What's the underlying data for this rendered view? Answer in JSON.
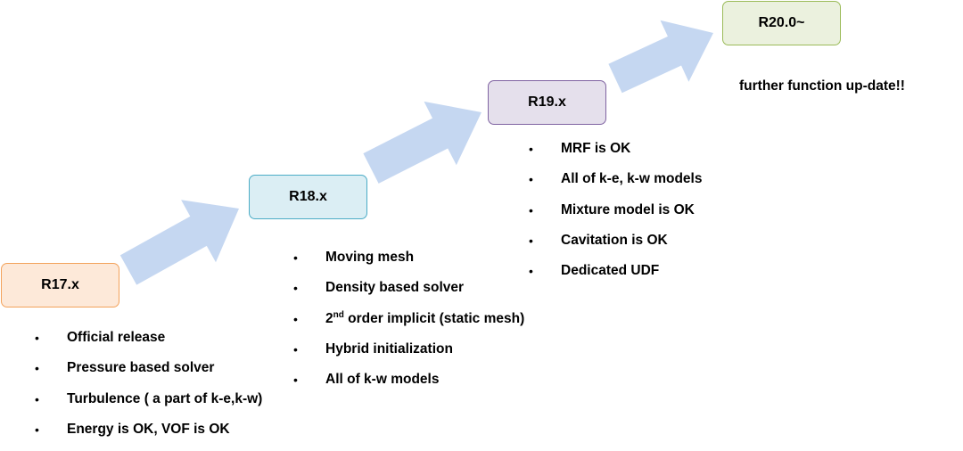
{
  "colors": {
    "arrow": "#c5d7f1",
    "r17": {
      "fill": "#fde9d9",
      "border": "#f3a25b"
    },
    "r18": {
      "fill": "#dbeef4",
      "border": "#4bacc6"
    },
    "r19": {
      "fill": "#e5e0ec",
      "border": "#8064a2"
    },
    "r20": {
      "fill": "#ebf1de",
      "border": "#9bbb59"
    }
  },
  "releases": [
    {
      "label": "R17.x",
      "items": [
        "Official release",
        "Pressure based solver",
        "Turbulence ( a part of k-e,k-w)",
        "Energy is OK, VOF is OK"
      ]
    },
    {
      "label": "R18.x",
      "items": [
        "Moving mesh",
        "Density based solver",
        {
          "sup": "nd",
          "prefix": "2",
          "rest": " order implicit (static mesh)"
        },
        "Hybrid initialization",
        "All of k-w models"
      ]
    },
    {
      "label": "R19.x",
      "items": [
        "MRF is OK",
        "All of k-e, k-w models",
        "Mixture model is OK",
        "Cavitation is OK",
        "Dedicated UDF"
      ]
    },
    {
      "label": "R20.0~",
      "note": "further function up-date!!"
    }
  ]
}
